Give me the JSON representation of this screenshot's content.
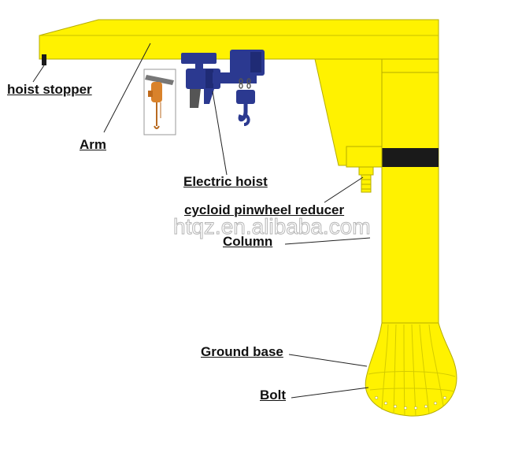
{
  "labels": {
    "hoist_stopper": "hoist stopper",
    "arm": "Arm",
    "electric_hoist": "Electric hoist",
    "reducer": "cycloid pinwheel reducer",
    "column": "Column",
    "ground_base": "Ground base",
    "bolt": "Bolt"
  },
  "watermark": "htqz.en.alibaba.com",
  "colors": {
    "crane_yellow": "#FFF200",
    "outline": "#8a8a00",
    "hoist_blue": "#2B3990",
    "band_black": "#1a1a1a",
    "chain_hoist_orange": "#D9822B"
  }
}
